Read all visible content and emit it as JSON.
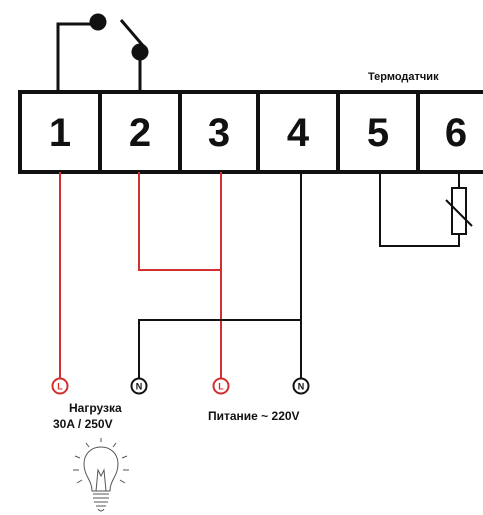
{
  "sensor_label": "Термодатчик",
  "terminals": [
    "1",
    "2",
    "3",
    "4",
    "5",
    "6"
  ],
  "nodes": [
    {
      "letter": "L",
      "color": "#d32f2f"
    },
    {
      "letter": "N",
      "color": "#111111"
    },
    {
      "letter": "L",
      "color": "#d32f2f"
    },
    {
      "letter": "N",
      "color": "#111111"
    }
  ],
  "load": {
    "line1": "Нагрузка",
    "line2": "30A / 250V",
    "icon": "lightbulb-icon"
  },
  "power": {
    "label": "Питание ~ 220V"
  },
  "colors": {
    "wire_red": "#d32f2f",
    "wire_black": "#111111",
    "block_fill": "#ffffff",
    "outline": "#111111"
  }
}
